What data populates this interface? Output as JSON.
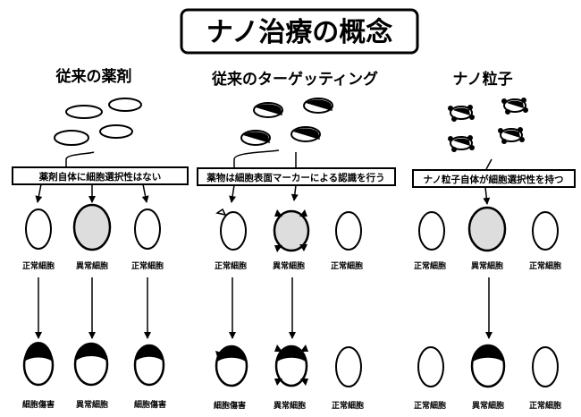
{
  "title": "ナノ治療の概念",
  "columns": [
    {
      "heading": "従来の薬剤",
      "description": "薬剤自体に細胞選択性はない",
      "cells_before": [
        "正常細胞",
        "異常細胞",
        "正常細胞"
      ],
      "cells_after": [
        "細胞傷害",
        "異常細胞",
        "細胞傷害"
      ]
    },
    {
      "heading": "従来のターゲッティング",
      "description": "薬物は細胞表面マーカーによる認識を行う",
      "cells_before": [
        "正常細胞",
        "異常細胞",
        "正常細胞"
      ],
      "cells_after": [
        "細胞傷害",
        "異常細胞",
        "正常細胞"
      ]
    },
    {
      "heading": "ナノ粒子",
      "description": "ナノ粒子自体が細胞選択性を持つ",
      "cells_before": [
        "正常細胞",
        "異常細胞",
        "正常細胞"
      ],
      "cells_after": [
        "正常細胞",
        "異常細胞",
        "正常細胞"
      ]
    }
  ]
}
